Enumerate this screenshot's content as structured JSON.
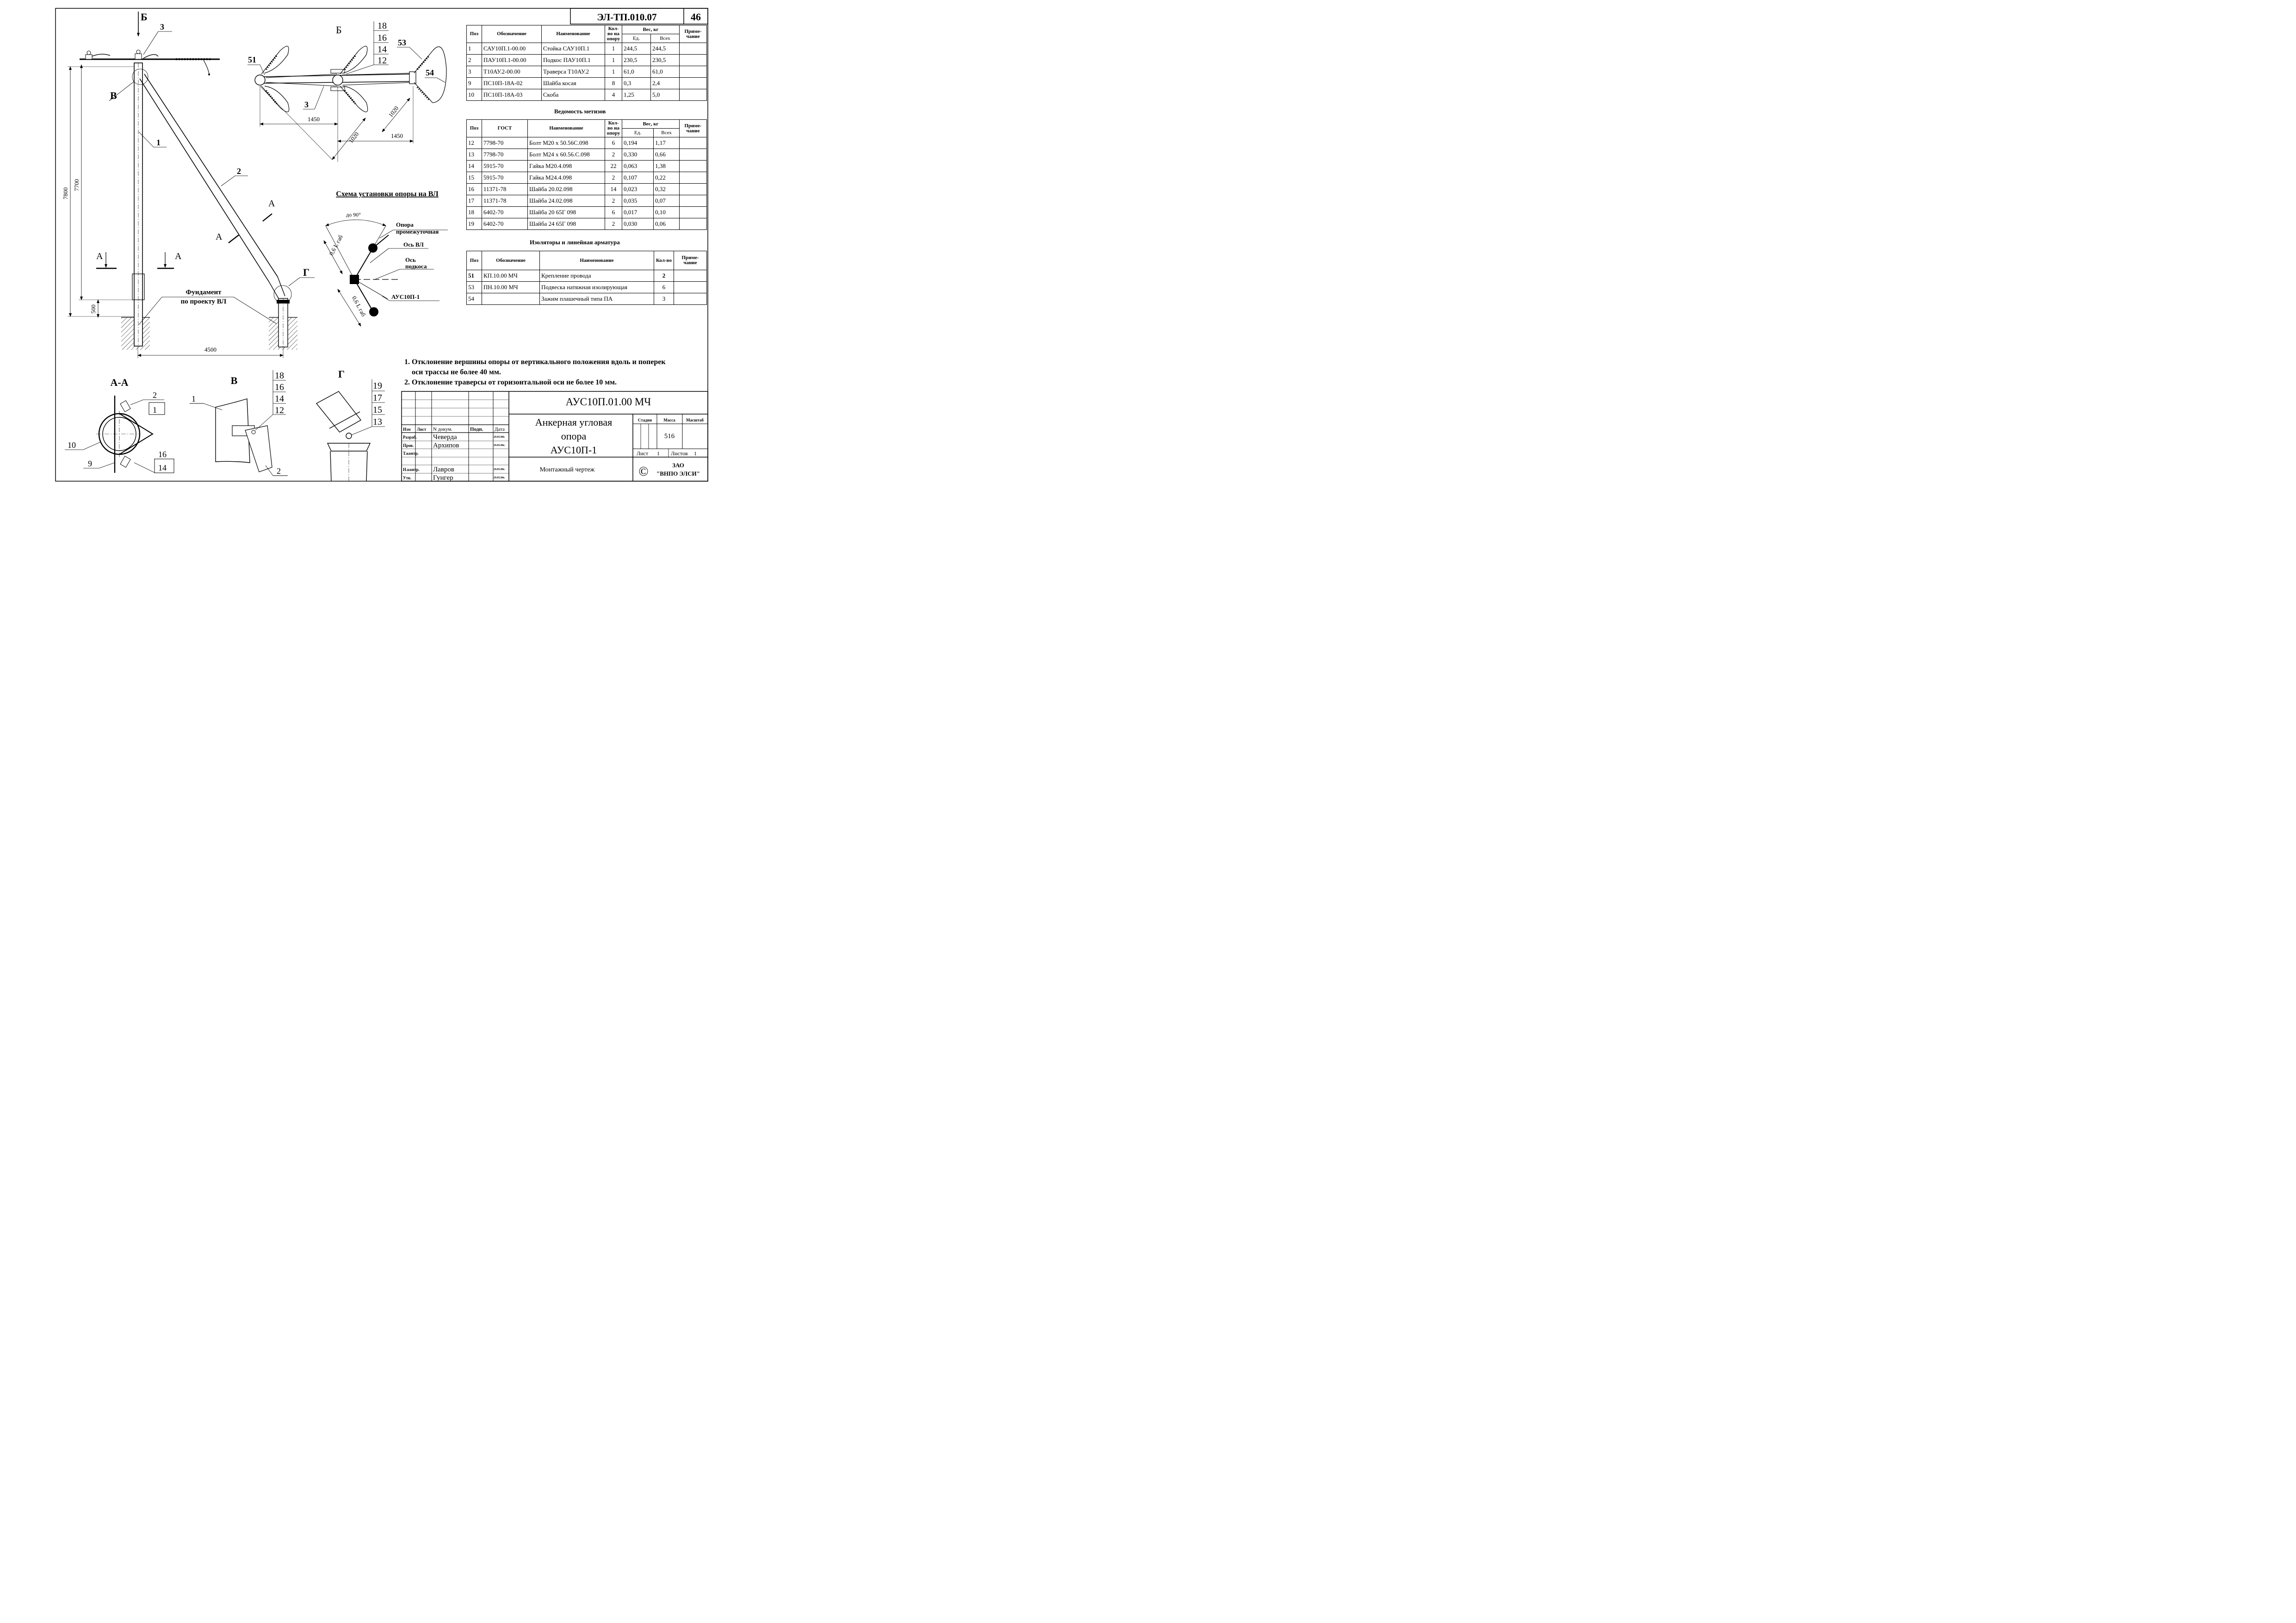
{
  "drawing": {
    "code": "ЭЛ-ТП.010.07",
    "page": "46",
    "title_code": "АУС10П.01.00 МЧ",
    "title_line1": "Анкерная угловая",
    "title_line2": "опора",
    "title_line3": "АУС10П-1",
    "subtitle": "Монтажный чертеж",
    "stage_label": "Стадия",
    "mass_label": "Масса",
    "scale_label": "Масштаб",
    "mass": "516",
    "sheet_label": "Лист",
    "sheet": "1",
    "sheets_label": "Листов",
    "sheets": "1",
    "company_line1": "ЗАО",
    "company_line2": "\"ВНПО ЭЛСИ\"",
    "copyright": "©"
  },
  "signoff": {
    "headers": [
      "Изм",
      "Лист",
      "N докум.",
      "Подп.",
      "Дата"
    ],
    "rows": [
      {
        "role": "Разраб.",
        "name": "Чеверда",
        "date": "29.05.08г."
      },
      {
        "role": "Пров.",
        "name": "Архипов",
        "date": "29.05.08г."
      },
      {
        "role": "Т.контр.",
        "name": "",
        "date": ""
      },
      {
        "role": "Н.контр.",
        "name": "Лавров",
        "date": "29.05.08г."
      },
      {
        "role": "Утв.",
        "name": "Гунгер",
        "date": "29.05.08г."
      }
    ]
  },
  "parts_table": {
    "headers": [
      "Поз",
      "Обозначение",
      "Наименование",
      "Кол-во на опору",
      "Вес, кг",
      "Ед.",
      "Всех",
      "Приме- чание"
    ],
    "rows": [
      [
        "1",
        "САУ10П.1-00.00",
        "Стойка  САУ10П.1",
        "1",
        "244,5",
        "244,5"
      ],
      [
        "2",
        "ПАУ10П.1-00.00",
        "Подкос  ПАУ10П.1",
        "1",
        "230,5",
        "230,5"
      ],
      [
        "3",
        "Т10АУ.2-00.00",
        "Траверса  Т10АУ.2",
        "1",
        "61,0",
        "61,0"
      ],
      [
        "9",
        "ПС10П-18А-02",
        "Шайба косая",
        "8",
        "0,3",
        "2,4"
      ],
      [
        "10",
        "ПС10П-18А-03",
        "Скоба",
        "4",
        "1,25",
        "5,0"
      ]
    ]
  },
  "hardware_table": {
    "caption": "Ведомость метизов",
    "headers": [
      "Поз",
      "ГОСТ",
      "Наименование",
      "Кол-во на опору",
      "Вес, кг",
      "Ед.",
      "Всех",
      "Приме- чание"
    ],
    "rows": [
      [
        "12",
        "7798-70",
        "Болт  М20 x 50.56С.098",
        "6",
        "0,194",
        "1,17"
      ],
      [
        "13",
        "7798-70",
        "Болт  М24 x 60.56.С.098",
        "2",
        "0,330",
        "0,66"
      ],
      [
        "14",
        "5915-70",
        "Гайка  М20.4.098",
        "22",
        "0,063",
        "1,38"
      ],
      [
        "15",
        "5915-70",
        "Гайка  М24.4.098",
        "2",
        "0,107",
        "0,22"
      ],
      [
        "16",
        "11371-78",
        "Шайба  20.02.098",
        "14",
        "0,023",
        "0,32"
      ],
      [
        "17",
        "11371-78",
        "Шайба  24.02.098",
        "2",
        "0,035",
        "0,07"
      ],
      [
        "18",
        "6402-70",
        "Шайба  20  65Г  098",
        "6",
        "0,017",
        "0,10"
      ],
      [
        "19",
        "6402-70",
        "Шайба  24  65Г  098",
        "2",
        "0,030",
        "0,06"
      ]
    ]
  },
  "insulator_table": {
    "caption": "Изоляторы и линейная арматура",
    "headers": [
      "Поз",
      "Обозначение",
      "Наименование",
      "Кол-во",
      "Приме- чание"
    ],
    "rows": [
      [
        "51",
        "КП.10.00 МЧ",
        "Крепление провода",
        "2"
      ],
      [
        "53",
        "ПН.10.00 МЧ",
        "Подвеска натяжная изолирующая",
        "6"
      ],
      [
        "54",
        "",
        "Зажим плашечный типа ПА",
        "3"
      ]
    ]
  },
  "notes": [
    "1. Отклонение вершины опоры от вертикального положения вдоль и поперек",
    "оси трассы не более 40 мм.",
    "2. Отклонение траверсы от горизонтальной оси не более 10 мм."
  ],
  "main_view": {
    "view_b": "Б",
    "view_v": "В",
    "view_g": "Г",
    "section_a": "А",
    "pos_1": "1",
    "pos_2": "2",
    "pos_3": "3",
    "dim_7800": "7800",
    "dim_7700": "7700",
    "dim_500": "500",
    "dim_4500": "4500",
    "foundation_1": "Фундамент",
    "foundation_2": "по проекту ВЛ"
  },
  "top_view": {
    "title": "Б",
    "pos": [
      "18",
      "16",
      "14",
      "12",
      "51",
      "53",
      "54",
      "3"
    ],
    "dim_1450_a": "1450",
    "dim_1450_b": "1450",
    "dim_1020_a": "1020",
    "dim_1020_b": "1020"
  },
  "scheme": {
    "title": "Схема установки опоры на ВЛ",
    "angle": "до 90°",
    "gab_top": "0,6 L габ",
    "gab_bottom": "0,6 L габ",
    "label_support_1": "Опора",
    "label_support_2": "промежуточная",
    "label_axis_vl": "Ось ВЛ",
    "label_axis_brace_1": "Ось",
    "label_axis_brace_2": "подкоса",
    "label_type": "АУС10П-1"
  },
  "detail_aa": {
    "title": "А-А",
    "pos": [
      "2",
      "1",
      "10",
      "9",
      "16",
      "14"
    ]
  },
  "detail_v": {
    "title": "В",
    "pos": [
      "18",
      "16",
      "14",
      "12",
      "1",
      "2"
    ]
  },
  "detail_g": {
    "title": "Г",
    "pos": [
      "19",
      "17",
      "15",
      "13"
    ]
  }
}
